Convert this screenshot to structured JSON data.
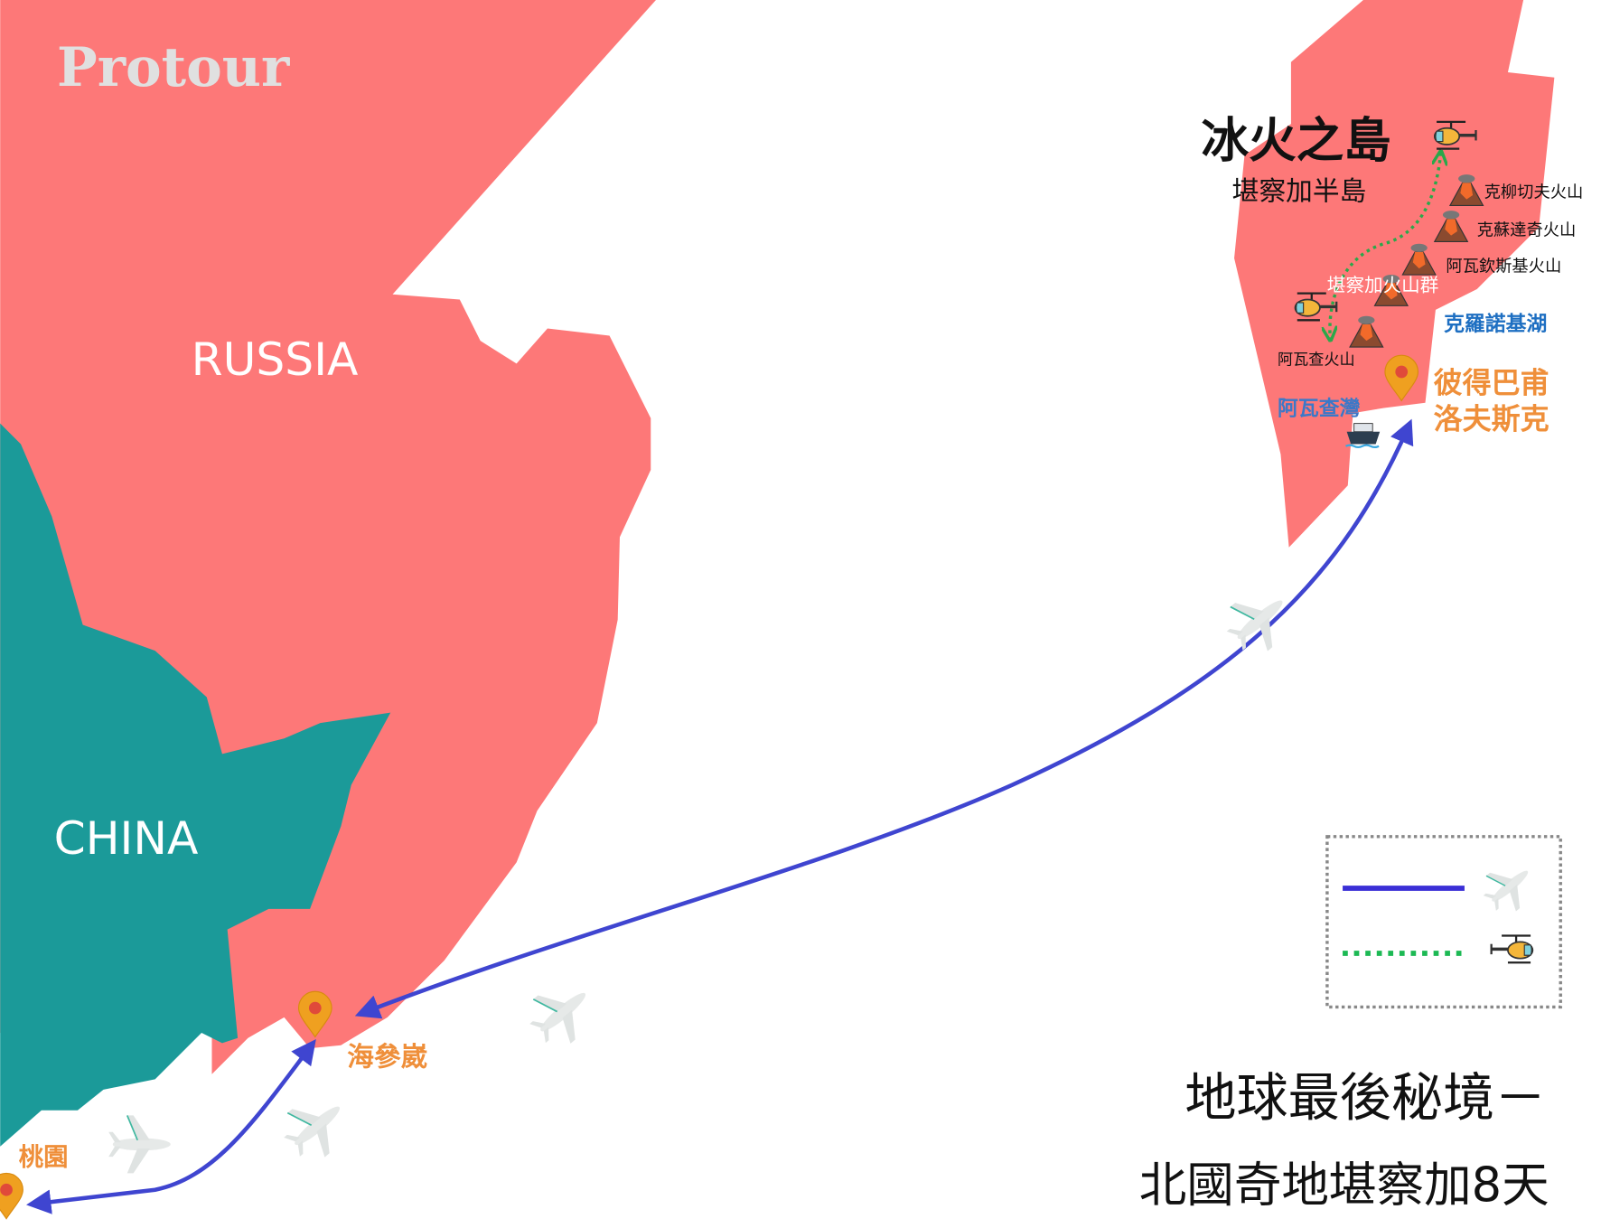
{
  "brand": "Protour",
  "countries": {
    "russia": "RUSSIA",
    "china": "CHINA"
  },
  "kamchatka": {
    "title": "冰火之島",
    "subtitle": "堪察加半島",
    "volcano_group": "堪察加火山群",
    "volcanoes": [
      "克柳切夫火山",
      "克蘇達奇火山",
      "阿瓦欽斯基火山",
      "阿瓦查火山"
    ],
    "lake": "克羅諾基湖",
    "bay": "阿瓦查灣",
    "city_line1": "彼得巴甫",
    "city_line2": "洛夫斯克"
  },
  "cities": {
    "vladivostok": "海參崴",
    "taoyuan": "桃園"
  },
  "legend": {
    "items": [
      {
        "line": "solid",
        "icon": "airplane-icon",
        "color": "#3a2fd6"
      },
      {
        "line": "dotted",
        "icon": "helicopter-icon",
        "color": "#1db954"
      }
    ]
  },
  "tour_title": {
    "line1": "地球最後秘境－",
    "line2": "北國奇地堪察加8天"
  },
  "colors": {
    "russia": "#fd7878",
    "china": "#1b9a99",
    "route": "#3f45d0",
    "heli_route": "#2aa84a",
    "city": "#ef8f3a",
    "water": "#1e6fc2"
  }
}
